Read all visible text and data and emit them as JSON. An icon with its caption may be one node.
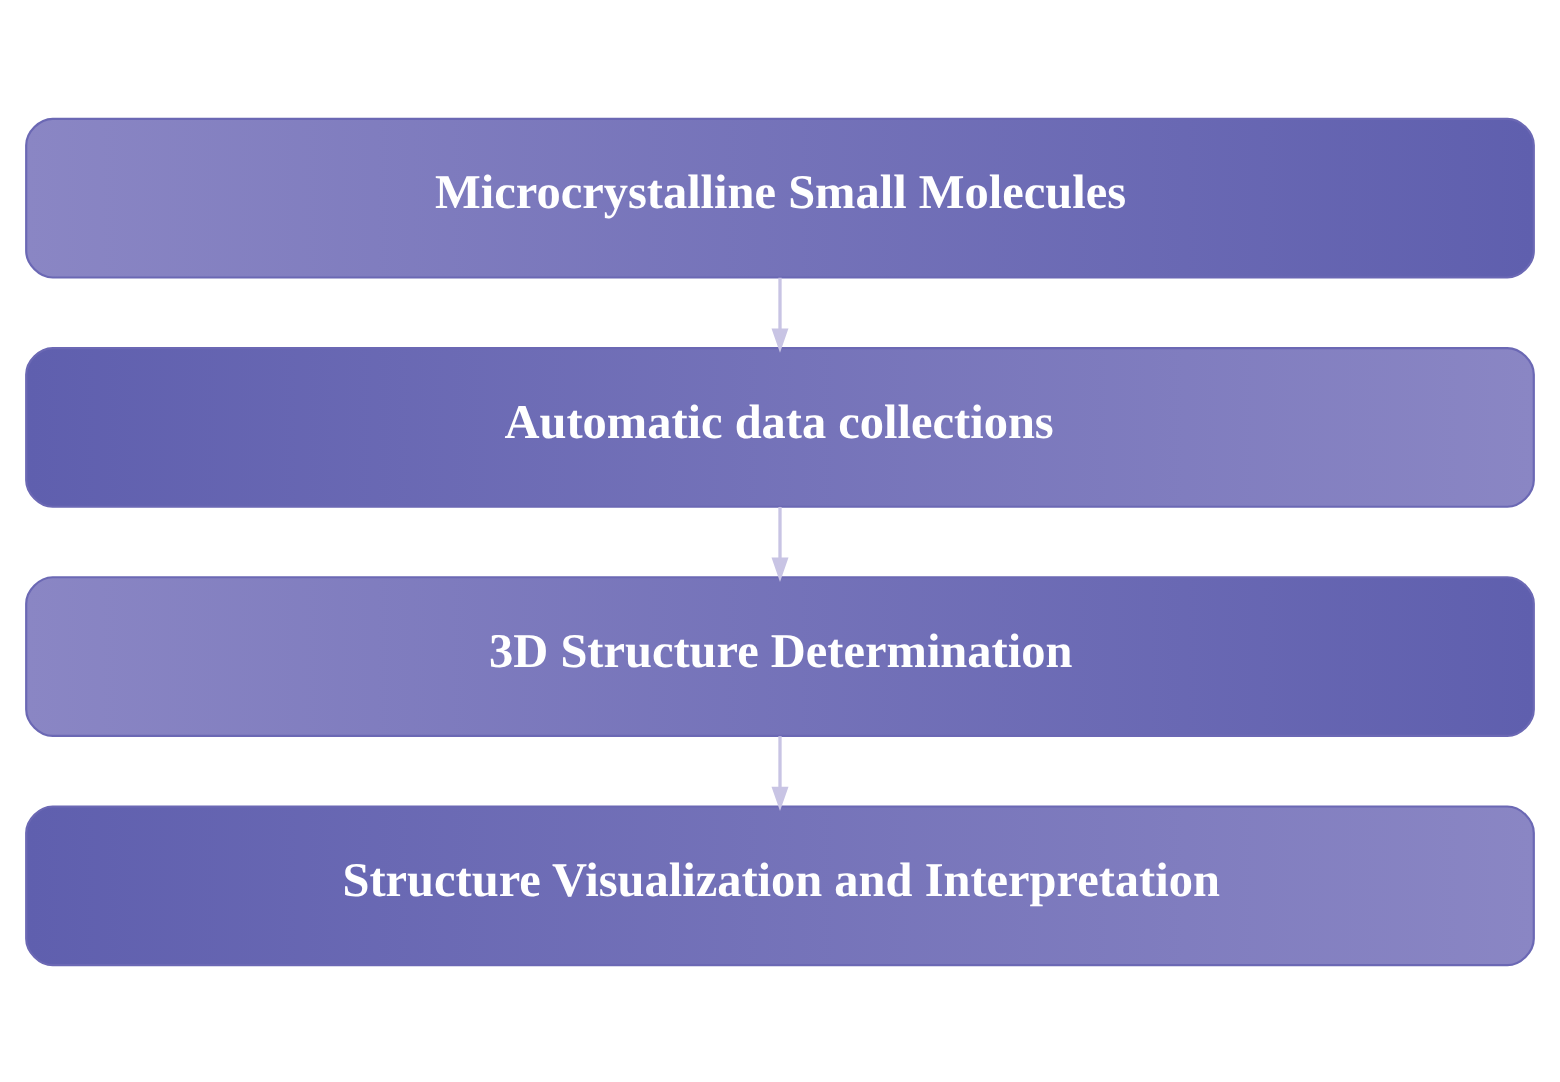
{
  "diagram": {
    "nodes": [
      {
        "text": [
          "Microcrystalline Small Molecules"
        ]
      },
      {
        "text": [
          "Automatic data collections"
        ]
      },
      {
        "text": [
          "3D Structure Determination"
        ]
      },
      {
        "text": [
          "Structure Visualization and Interpretation"
        ]
      }
    ],
    "edges": [
      {
        "from": 0,
        "to": 1,
        "arrow": "to"
      },
      {
        "from": 1,
        "to": 2,
        "arrow": "to"
      },
      {
        "from": 2,
        "to": 3,
        "arrow": "to"
      }
    ]
  }
}
